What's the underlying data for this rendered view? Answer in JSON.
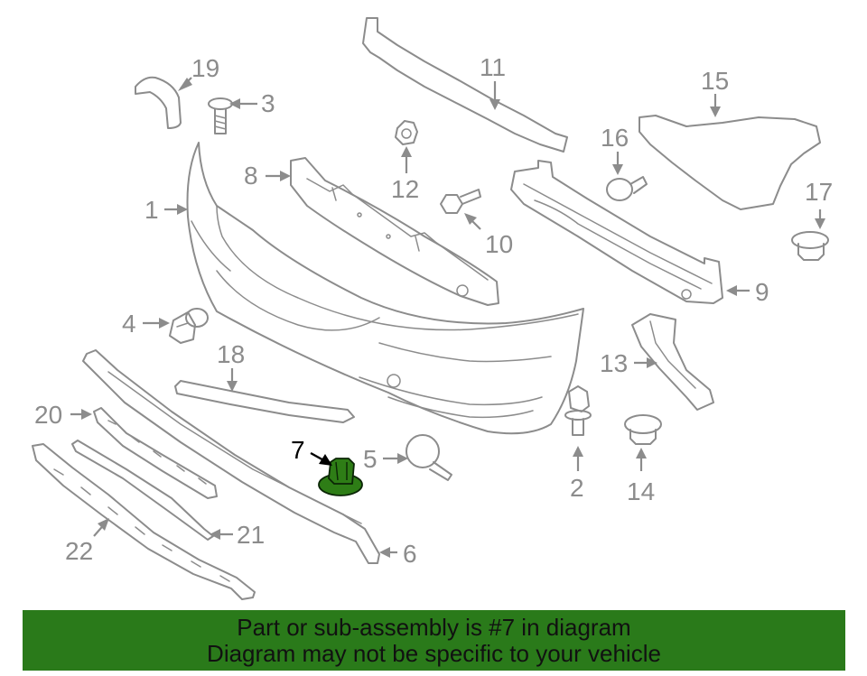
{
  "banner": {
    "line1": "Part or sub-assembly is #7 in diagram",
    "line2": "Diagram may not be specific to your vehicle",
    "background": "#2a7a1a"
  },
  "highlight": {
    "part_number": "7",
    "color": "#2e7d16"
  },
  "callouts": {
    "c1": "1",
    "c2": "2",
    "c3": "3",
    "c4": "4",
    "c5": "5",
    "c6": "6",
    "c7": "7",
    "c8": "8",
    "c9": "9",
    "c10": "10",
    "c11": "11",
    "c12": "12",
    "c13": "13",
    "c14": "14",
    "c15": "15",
    "c16": "16",
    "c17": "17",
    "c18": "18",
    "c19": "19",
    "c20": "20",
    "c21": "21",
    "c22": "22"
  }
}
